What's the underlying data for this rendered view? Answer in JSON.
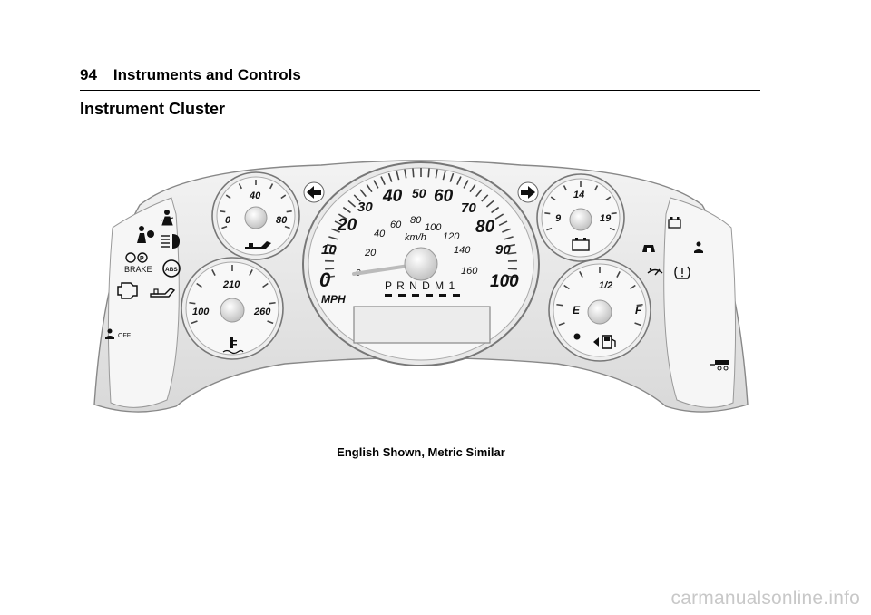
{
  "header": {
    "page_number": "94",
    "section": "Instruments and Controls"
  },
  "title": "Instrument Cluster",
  "caption": "English Shown, Metric Similar",
  "watermark": "carmanualsonline.info",
  "cluster": {
    "speedometer": {
      "mph_labels": [
        "0",
        "10",
        "20",
        "30",
        "40",
        "50",
        "60",
        "70",
        "80",
        "90",
        "100"
      ],
      "kmh_labels": [
        "0",
        "20",
        "40",
        "60",
        "80",
        "100",
        "120",
        "140",
        "160"
      ],
      "mph_unit": "MPH",
      "kmh_unit": "km/h",
      "gear_indicator": "P R N D M 1"
    },
    "oil_pressure": {
      "min": "0",
      "mid": "40",
      "max": "80"
    },
    "coolant_temp": {
      "min": "100",
      "mid": "210",
      "max": "260"
    },
    "voltmeter": {
      "min": "9",
      "mid": "14",
      "max": "19"
    },
    "fuel": {
      "empty": "E",
      "half": "1/2",
      "full": "F"
    },
    "warning_labels": {
      "brake": "BRAKE",
      "abs": "ABS",
      "traction_off": "OFF"
    }
  }
}
